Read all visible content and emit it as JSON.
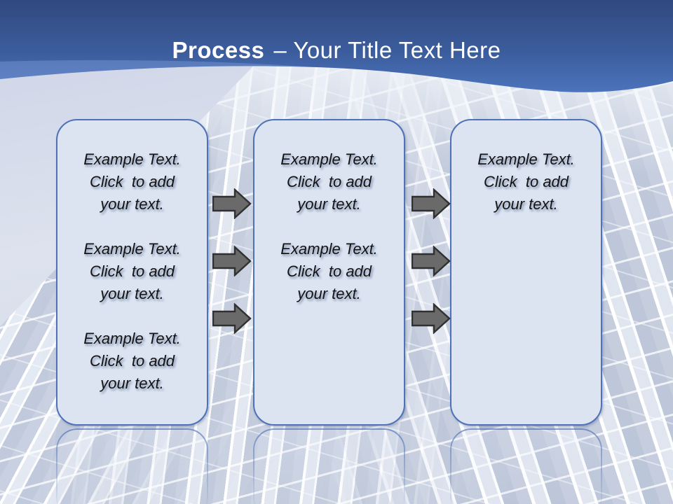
{
  "title": {
    "bold": "Process",
    "rest": "– Your Title Text Here"
  },
  "boxes": [
    {
      "paragraphs": [
        "Example Text.\nClick  to add\nyour text.",
        "Example Text.\nClick  to add\nyour text.",
        "Example Text.\nClick  to add\nyour text."
      ]
    },
    {
      "paragraphs": [
        "Example Text.\nClick  to add\nyour text.",
        "Example Text.\nClick  to add\nyour text."
      ]
    },
    {
      "paragraphs": [
        "Example Text.\nClick  to add\nyour text."
      ]
    }
  ],
  "icons": {
    "arrow": "flow-arrow-right"
  },
  "colors": {
    "band_top": "#31497E",
    "band_mid": "#3B5C9C",
    "band_bottom": "#4C74BC",
    "box_fill": "#DCE4F2",
    "box_border": "#4D72B7",
    "arrow_fill": "#6A6A6A",
    "arrow_outline": "#303030",
    "title_text": "#FFFFFF",
    "body_text": "#141414",
    "sky": "#CDD4E7"
  }
}
